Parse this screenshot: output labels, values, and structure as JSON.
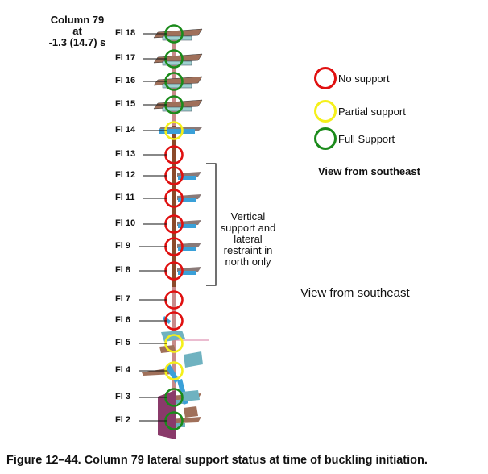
{
  "title": {
    "line1": "Column 79",
    "line2": "at",
    "line3": "-1.3 (14.7) s"
  },
  "floors": [
    {
      "label": "Fl 18",
      "status": "full"
    },
    {
      "label": "Fl 17",
      "status": "full"
    },
    {
      "label": "Fl 16",
      "status": "full"
    },
    {
      "label": "Fl 15",
      "status": "full"
    },
    {
      "label": "Fl 14",
      "status": "partial"
    },
    {
      "label": "Fl 13",
      "status": "none"
    },
    {
      "label": "Fl 12",
      "status": "none"
    },
    {
      "label": "Fl 11",
      "status": "none"
    },
    {
      "label": "Fl 10",
      "status": "none"
    },
    {
      "label": "Fl 9",
      "status": "none"
    },
    {
      "label": "Fl 8",
      "status": "none"
    },
    {
      "label": "Fl 7",
      "status": "none"
    },
    {
      "label": "Fl 6",
      "status": "none"
    },
    {
      "label": "Fl 5",
      "status": "partial"
    },
    {
      "label": "Fl 4",
      "status": "partial"
    },
    {
      "label": "Fl 3",
      "status": "full"
    },
    {
      "label": "Fl 2",
      "status": "full"
    }
  ],
  "legend": {
    "items": [
      {
        "status": "none",
        "label": "No support",
        "color": "#e01010"
      },
      {
        "status": "partial",
        "label": "Partial support",
        "color": "#f5f01a"
      },
      {
        "status": "full",
        "label": "Full Support",
        "color": "#1a8a1a"
      }
    ],
    "view_label": "View from southeast"
  },
  "bracket_annotation": {
    "text": "Vertical support and lateral restraint in north only",
    "lines": [
      "Vertical",
      "support and",
      "lateral",
      "restraint in",
      "north only"
    ],
    "spans_floors": [
      "Fl 12",
      "Fl 8"
    ]
  },
  "view_label_secondary": "View from southeast",
  "caption": "Figure 12–44. Column 79 lateral support status at time of buckling initiation.",
  "colors": {
    "column_upper": "#c98a8a",
    "column_lower": "#8b4a2a",
    "floor_slab": "#a0705a",
    "floor_beam": "#3aa0d8",
    "debris_magenta": "#8a3a6a"
  }
}
